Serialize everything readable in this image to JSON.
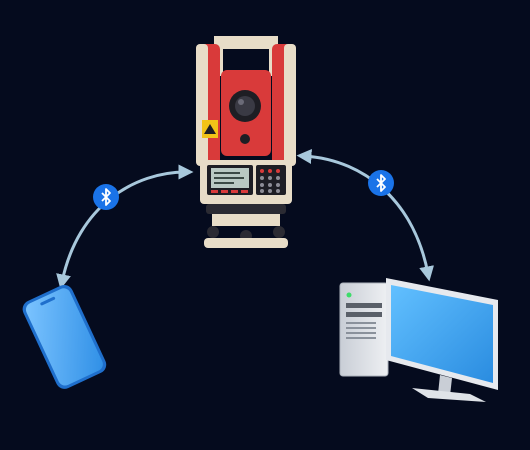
{
  "colors": {
    "background": "#050b1e",
    "connector": "#a8c8dc",
    "bluetooth_badge": "#1a73e8",
    "device_red": "#d93a3a",
    "device_body": "#e8ddc8",
    "phone": "#49a8f2",
    "monitor_screen": "#3ca7f0",
    "tower": "#d9dde3"
  },
  "diagram": {
    "nodes": [
      {
        "id": "total-station",
        "icon": "total-station-icon"
      },
      {
        "id": "smartphone",
        "icon": "smartphone-icon"
      },
      {
        "id": "desktop-computer",
        "icon": "desktop-computer-icon"
      }
    ],
    "links": [
      {
        "from": "total-station",
        "to": "smartphone",
        "icon": "bluetooth-icon",
        "bidirectional": true
      },
      {
        "from": "total-station",
        "to": "desktop-computer",
        "icon": "bluetooth-icon",
        "bidirectional": true
      }
    ]
  }
}
